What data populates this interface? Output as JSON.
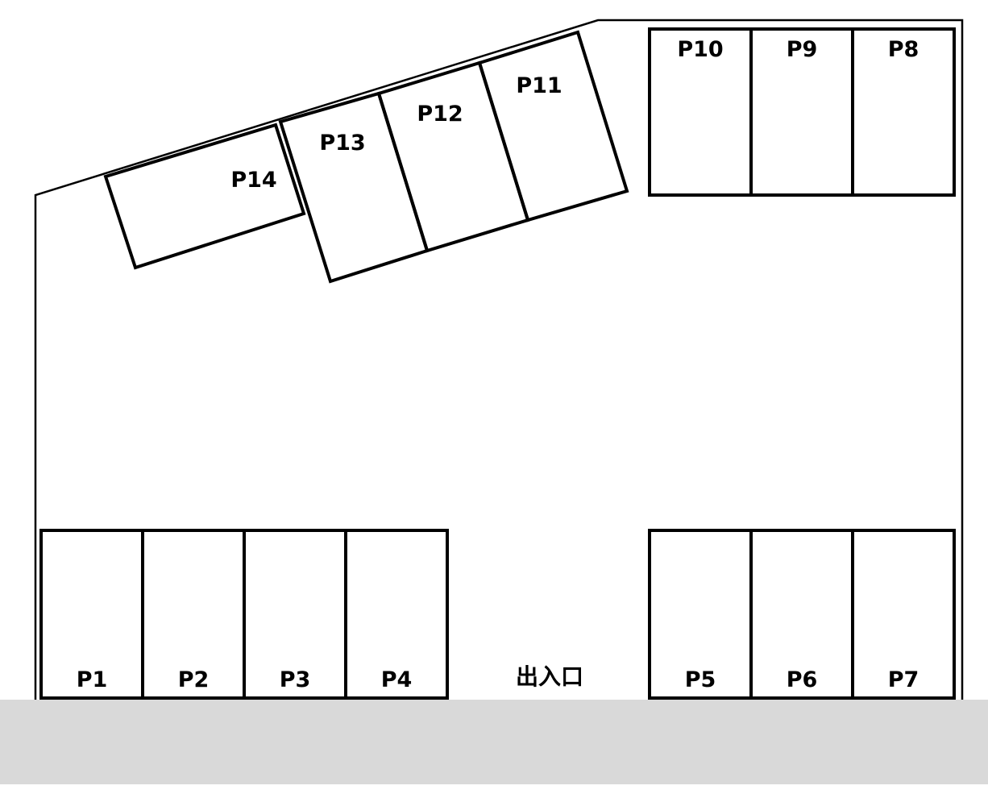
{
  "lot": {
    "road_color": "#d9d9d9",
    "line_color": "#000000",
    "entrance_label": "出入口",
    "spaces": [
      {
        "id": "P1",
        "label": "P1"
      },
      {
        "id": "P2",
        "label": "P2"
      },
      {
        "id": "P3",
        "label": "P3"
      },
      {
        "id": "P4",
        "label": "P4"
      },
      {
        "id": "P5",
        "label": "P5"
      },
      {
        "id": "P6",
        "label": "P6"
      },
      {
        "id": "P7",
        "label": "P7"
      },
      {
        "id": "P8",
        "label": "P8"
      },
      {
        "id": "P9",
        "label": "P9"
      },
      {
        "id": "P10",
        "label": "P10"
      },
      {
        "id": "P11",
        "label": "P11"
      },
      {
        "id": "P12",
        "label": "P12"
      },
      {
        "id": "P13",
        "label": "P13"
      },
      {
        "id": "P14",
        "label": "P14"
      }
    ]
  }
}
